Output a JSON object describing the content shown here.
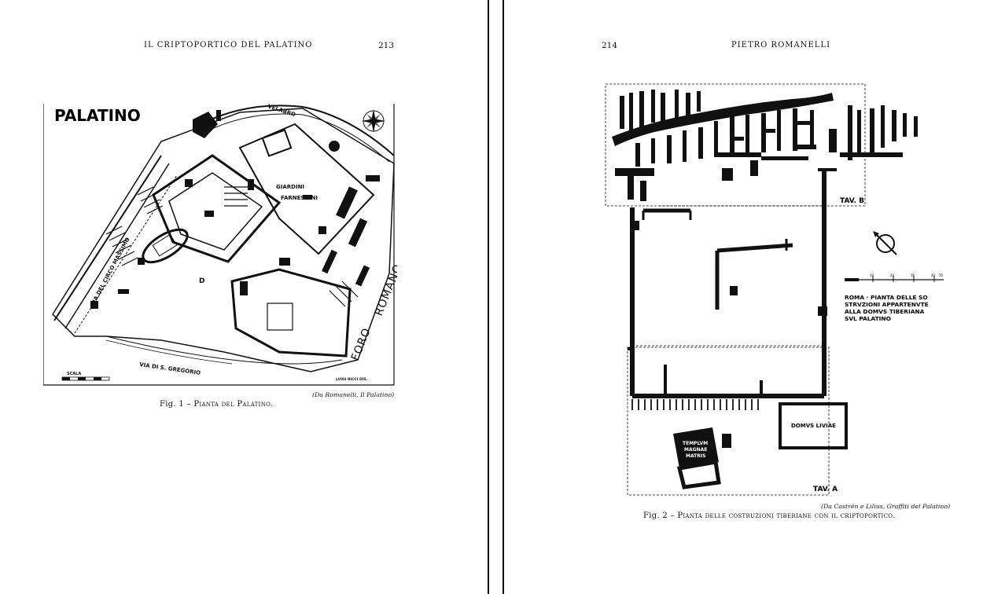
{
  "left_page": {
    "running_head": "IL CRIPTOPORTICO DEL PALATINO",
    "page_number": "213",
    "figure": {
      "map_title": "PALATINO",
      "labels": {
        "giardini": "GIARDINI",
        "farnesiani": "FARNESIANI",
        "velabro": "VELABRO",
        "circo": "VIA DEL CIRCO MASSIMO",
        "gregorio": "VIA DI S. GREGORIO",
        "foro": "FORO",
        "romano": "ROMANO",
        "scala": "SCALA",
        "author": "LUIGI RICCI DIS.",
        "d": "D"
      },
      "credit": "(Da Romanelli, Il Palatino)",
      "caption_prefix": "Fig. 1 – ",
      "caption_text": "Pianta del Palatino."
    }
  },
  "right_page": {
    "page_number": "214",
    "running_head": "PIETRO ROMANELLI",
    "figure": {
      "legend": [
        "ROMA · PIANTA DELLE SO",
        "STRVZIONI APPARTENVTE",
        "ALLA DOMVS TIBERIANA",
        "SVL PALATINO"
      ],
      "tav_b": "TAV. B",
      "tav_a": "TAV. A",
      "domus_liviae": "DOMVS LIVIAE",
      "templum": [
        "TEMPLVM",
        "MAGNAE",
        "MATRIS"
      ],
      "scale_ticks": [
        "10",
        "20",
        "30",
        "40",
        "50"
      ],
      "credit": "(Da Castrén e Lilius, Graffiti del Palatino)",
      "caption_prefix": "Fig. 2 – ",
      "caption_text": "Pianta delle costruzioni tiberiane con il criptoportico."
    }
  }
}
